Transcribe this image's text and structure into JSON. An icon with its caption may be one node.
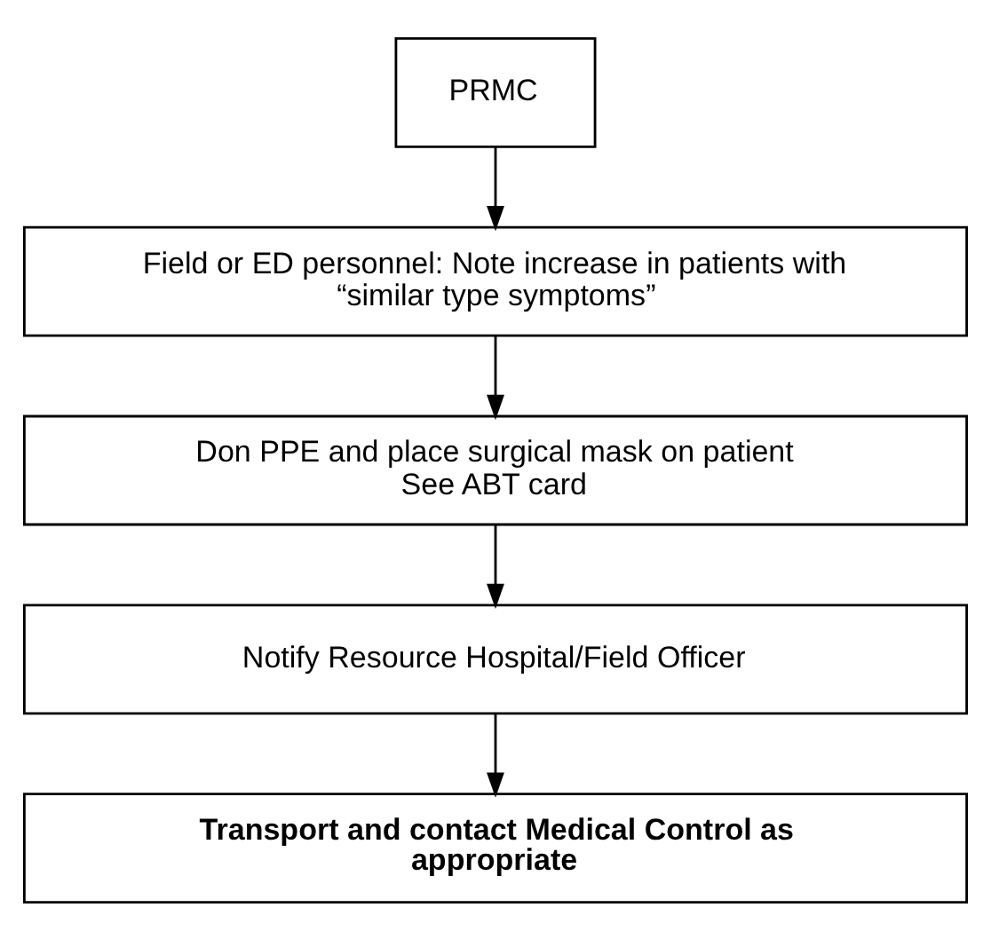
{
  "diagram": {
    "nodes": [
      {
        "text": [
          "PRMC"
        ]
      },
      {
        "text": [
          "Field or ED personnel: Note increase in patients with “similar type symptoms”"
        ]
      },
      {
        "text": [
          "Don PPE and place surgical mask on patient",
          "See ABT card"
        ]
      },
      {
        "text": [
          "Notify Resource Hospital/Field Officer"
        ]
      },
      {
        "text": [
          "Transport and contact Medical Control as appropriate"
        ]
      }
    ],
    "edges": [
      {
        "from": 0,
        "to": 1,
        "arrow": "to"
      },
      {
        "from": 1,
        "to": 2,
        "arrow": "to"
      },
      {
        "from": 2,
        "to": 3,
        "arrow": "to"
      },
      {
        "from": 3,
        "to": 4,
        "arrow": "to"
      }
    ]
  }
}
